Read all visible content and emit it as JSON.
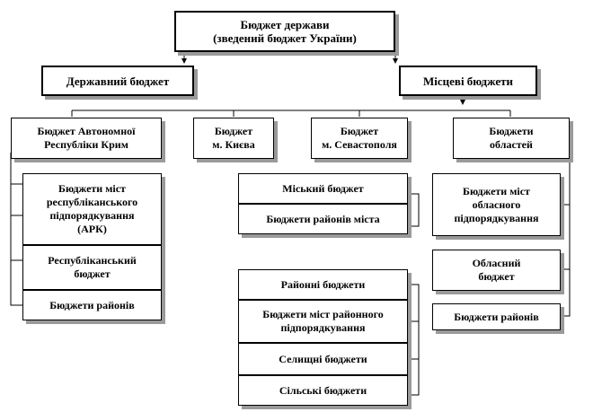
{
  "diagram": {
    "root": "Бюджет держави\n(зведений бюджет України)",
    "level1": {
      "state": "Державний бюджет",
      "local": "Місцеві бюджети"
    },
    "level2": {
      "crimea": "Бюджет Автономної\nРеспубліки  Крим",
      "kyiv": "Бюджет\nм. Києва",
      "sevastopol": "Бюджет\nм. Севастополя",
      "oblasts": "Бюджети\nобластей"
    },
    "crimea_children": [
      "Бюджети міст\nреспубліканського\nпідпорядкування\n(АРК)",
      "Республіканський\nбюджет",
      "Бюджети районів"
    ],
    "city_children": [
      "Міський  бюджет",
      "Бюджети районів міста"
    ],
    "oblast_children": [
      "Бюджети міст\nобласного\nпідпорядкування",
      "Обласний\nбюджет",
      "Бюджети районів"
    ],
    "district_children": [
      "Районні бюджети",
      "Бюджети міст районного\nпідпорядкування",
      "Селищні бюджети",
      "Сільські  бюджети"
    ]
  }
}
